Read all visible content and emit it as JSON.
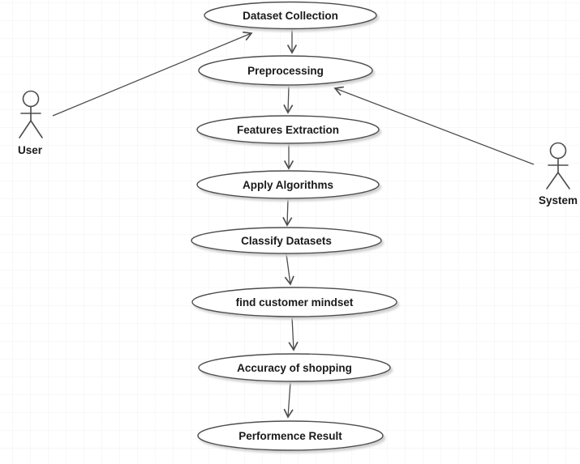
{
  "actors": [
    {
      "name": "User"
    },
    {
      "name": "System"
    }
  ],
  "usecases": [
    {
      "label": "Dataset Collection"
    },
    {
      "label": "Preprocessing"
    },
    {
      "label": "Features Extraction"
    },
    {
      "label": "Apply Algorithms"
    },
    {
      "label": "Classify Datasets"
    },
    {
      "label": "find customer mindset"
    },
    {
      "label": "Accuracy of shopping"
    },
    {
      "label": "Performence Result"
    }
  ],
  "connections": {
    "actor_links": [
      {
        "from": "User",
        "to": "Dataset Collection"
      },
      {
        "from": "System",
        "to": "Preprocessing"
      }
    ],
    "flow": [
      {
        "from": "Dataset Collection",
        "to": "Preprocessing"
      },
      {
        "from": "Preprocessing",
        "to": "Features Extraction"
      },
      {
        "from": "Features Extraction",
        "to": "Apply Algorithms"
      },
      {
        "from": "Apply Algorithms",
        "to": "Classify Datasets"
      },
      {
        "from": "Classify Datasets",
        "to": "find customer mindset"
      },
      {
        "from": "find customer mindset",
        "to": "Accuracy of shopping"
      },
      {
        "from": "Accuracy of shopping",
        "to": "Performence Result"
      }
    ]
  },
  "colors": {
    "background": "#ffffff",
    "grid_line": "#f0f0f0",
    "shape_fill": "#ffffff",
    "shape_stroke": "#4d4d4d",
    "text": "#1a1a1a",
    "shadow": "#cccccc"
  }
}
